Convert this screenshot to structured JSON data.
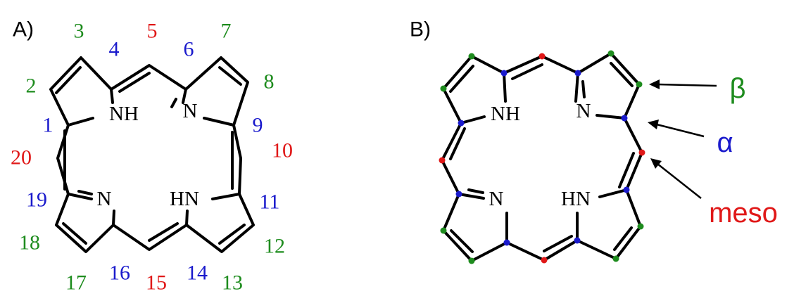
{
  "panels": [
    {
      "id": "A",
      "label": "A)",
      "atom_labels": {
        "n_west_top": "NH",
        "n_east_top": "N",
        "n_west_bottom": "N",
        "n_east_bottom": "HN"
      },
      "numbers": [
        {
          "text": "1",
          "kind": "alpha"
        },
        {
          "text": "2",
          "kind": "beta"
        },
        {
          "text": "3",
          "kind": "beta"
        },
        {
          "text": "4",
          "kind": "alpha"
        },
        {
          "text": "5",
          "kind": "meso"
        },
        {
          "text": "6",
          "kind": "alpha"
        },
        {
          "text": "7",
          "kind": "beta"
        },
        {
          "text": "8",
          "kind": "beta"
        },
        {
          "text": "9",
          "kind": "alpha"
        },
        {
          "text": "10",
          "kind": "meso"
        },
        {
          "text": "11",
          "kind": "alpha"
        },
        {
          "text": "12",
          "kind": "beta"
        },
        {
          "text": "13",
          "kind": "beta"
        },
        {
          "text": "14",
          "kind": "alpha"
        },
        {
          "text": "15",
          "kind": "meso"
        },
        {
          "text": "16",
          "kind": "alpha"
        },
        {
          "text": "17",
          "kind": "beta"
        },
        {
          "text": "18",
          "kind": "beta"
        },
        {
          "text": "19",
          "kind": "alpha"
        },
        {
          "text": "20",
          "kind": "meso"
        }
      ]
    },
    {
      "id": "B",
      "label": "B)",
      "atom_labels": {
        "n_west_top": "NH",
        "n_east_top": "N",
        "n_west_bottom": "N",
        "n_east_bottom": "HN"
      },
      "annotations": [
        {
          "text": "β",
          "kind": "beta"
        },
        {
          "text": "α",
          "kind": "alpha"
        },
        {
          "text": "meso",
          "kind": "meso"
        }
      ]
    }
  ],
  "colors": {
    "alpha": "#1a1acc",
    "beta": "#1e8c1e",
    "meso": "#e01818",
    "bond": "#000000"
  }
}
